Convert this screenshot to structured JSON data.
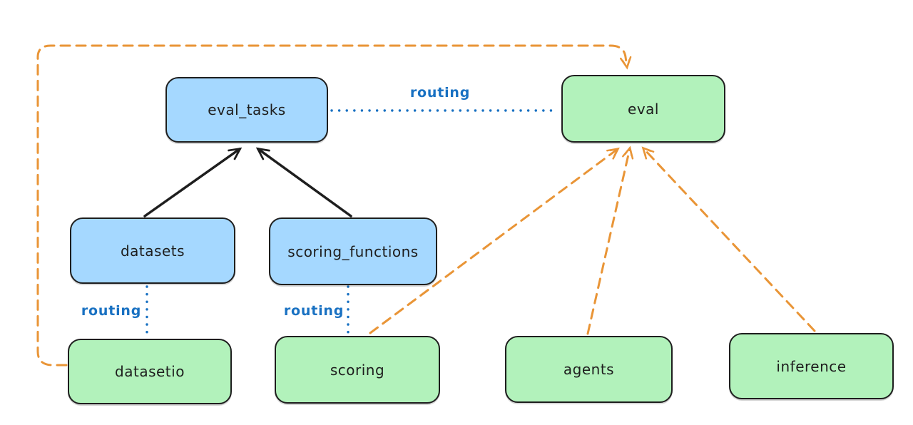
{
  "diagram": {
    "background": "#ffffff",
    "colors": {
      "node_stroke": "#1e1e1e",
      "resource_fill": "#a5d8ff",
      "api_fill": "#b2f2bb",
      "routing_blue": "#1971c2",
      "provider_orange": "#e99537",
      "arrow_black": "#1e1e1e"
    },
    "nodes": {
      "eval_tasks": {
        "label": "eval_tasks",
        "fill": "#a5d8ff"
      },
      "eval": {
        "label": "eval",
        "fill": "#b2f2bb"
      },
      "datasets": {
        "label": "datasets",
        "fill": "#a5d8ff"
      },
      "scoring_functions": {
        "label": "scoring_functions",
        "fill": "#a5d8ff"
      },
      "datasetio": {
        "label": "datasetio",
        "fill": "#b2f2bb"
      },
      "scoring": {
        "label": "scoring",
        "fill": "#b2f2bb"
      },
      "agents": {
        "label": "agents",
        "fill": "#b2f2bb"
      },
      "inference": {
        "label": "inference",
        "fill": "#b2f2bb"
      }
    },
    "edges": [
      {
        "from": "datasets",
        "to": "eval_tasks",
        "style": "solid-arrow",
        "color": "#1e1e1e",
        "label": ""
      },
      {
        "from": "scoring_functions",
        "to": "eval_tasks",
        "style": "solid-arrow",
        "color": "#1e1e1e",
        "label": ""
      },
      {
        "from": "eval_tasks",
        "to": "eval",
        "style": "dotted-line",
        "color": "#1971c2",
        "label": "routing"
      },
      {
        "from": "datasets",
        "to": "datasetio",
        "style": "dotted-line",
        "color": "#1971c2",
        "label": "routing"
      },
      {
        "from": "scoring_functions",
        "to": "scoring",
        "style": "dotted-line",
        "color": "#1971c2",
        "label": "routing"
      },
      {
        "from": "datasetio",
        "to": "eval",
        "style": "dashed-arrow",
        "color": "#e99537",
        "label": ""
      },
      {
        "from": "scoring",
        "to": "eval",
        "style": "dashed-arrow",
        "color": "#e99537",
        "label": ""
      },
      {
        "from": "agents",
        "to": "eval",
        "style": "dashed-arrow",
        "color": "#e99537",
        "label": ""
      },
      {
        "from": "inference",
        "to": "eval",
        "style": "dashed-arrow",
        "color": "#e99537",
        "label": ""
      }
    ]
  }
}
